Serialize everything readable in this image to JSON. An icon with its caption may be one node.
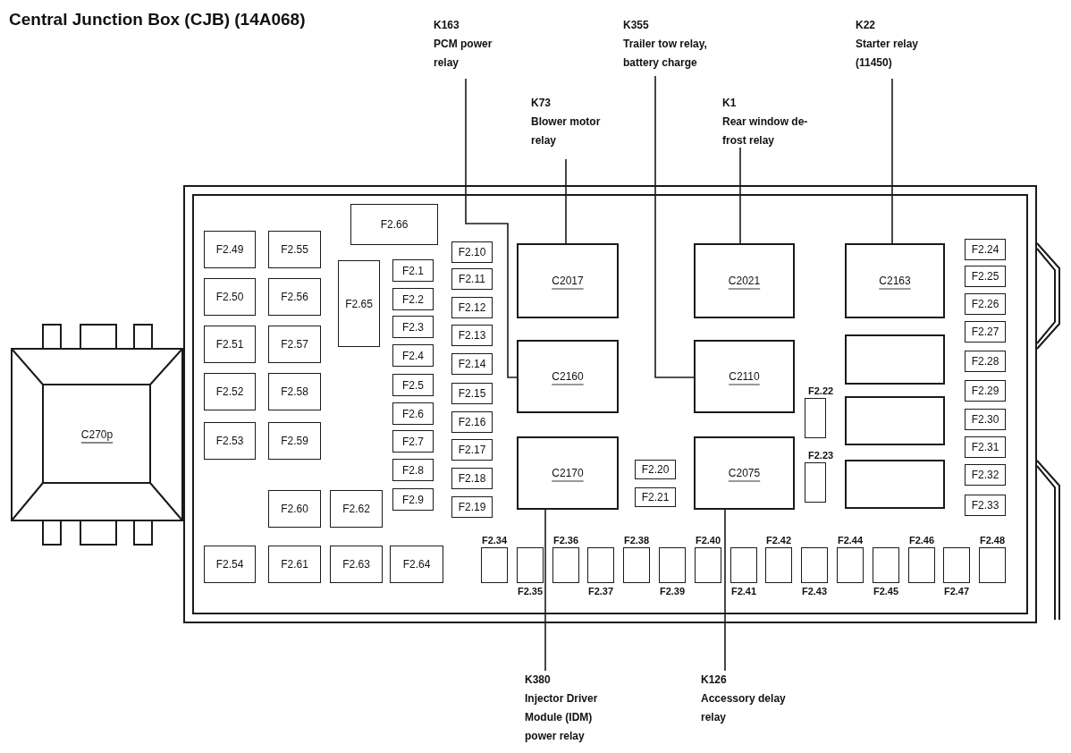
{
  "diagram": {
    "title": "Central Junction Box (CJB) (14A068)",
    "nodes": [
      {
        "text": [
          "K163",
          "PCM power relay"
        ]
      },
      {
        "text": [
          "K355",
          "Trailer tow relay, battery charge"
        ]
      },
      {
        "text": [
          "K22",
          "Starter relay (11450)"
        ]
      },
      {
        "text": [
          "K73",
          "Blower motor relay"
        ]
      },
      {
        "text": [
          "K1",
          "Rear window de-frost relay"
        ]
      },
      {
        "text": [
          "C270p"
        ]
      },
      {
        "text": [],
        "shape": "box"
      },
      {
        "text": [
          "F2.49"
        ],
        "in": 6
      },
      {
        "text": [
          "F2.50"
        ],
        "in": 6
      },
      {
        "text": [
          "F2.51"
        ],
        "in": 6
      },
      {
        "text": [
          "F2.52"
        ],
        "in": 6
      },
      {
        "text": [
          "F2.53"
        ],
        "in": 6
      },
      {
        "text": [
          "F2.54"
        ],
        "in": 6
      },
      {
        "text": [
          "F2.55"
        ],
        "in": 6
      },
      {
        "text": [
          "F2.56"
        ],
        "in": 6
      },
      {
        "text": [
          "F2.57"
        ],
        "in": 6
      },
      {
        "text": [
          "F2.58"
        ],
        "in": 6
      },
      {
        "text": [
          "F2.59"
        ],
        "in": 6
      },
      {
        "text": [
          "F2.60"
        ],
        "in": 6
      },
      {
        "text": [
          "F2.61"
        ],
        "in": 6
      },
      {
        "text": [
          "F2.66"
        ],
        "in": 6
      },
      {
        "text": [
          "F2.65"
        ],
        "in": 6
      },
      {
        "text": [
          "F2.62"
        ],
        "in": 6
      },
      {
        "text": [
          "F2.63"
        ],
        "in": 6
      },
      {
        "text": [
          "F2.64"
        ],
        "in": 6
      },
      {
        "text": [
          "F2.1"
        ],
        "in": 6
      },
      {
        "text": [
          "F2.2"
        ],
        "in": 6
      },
      {
        "text": [
          "F2.3"
        ],
        "in": 6
      },
      {
        "text": [
          "F2.4"
        ],
        "in": 6
      },
      {
        "text": [
          "F2.5"
        ],
        "in": 6
      },
      {
        "text": [
          "F2.6"
        ],
        "in": 6
      },
      {
        "text": [
          "F2.7"
        ],
        "in": 6
      },
      {
        "text": [
          "F2.8"
        ],
        "in": 6
      },
      {
        "text": [
          "F2.9"
        ],
        "in": 6
      },
      {
        "text": [
          "F2.10"
        ],
        "in": 6
      },
      {
        "text": [
          "F2.11"
        ],
        "in": 6
      },
      {
        "text": [
          "F2.12"
        ],
        "in": 6
      },
      {
        "text": [
          "F2.13"
        ],
        "in": 6
      },
      {
        "text": [
          "F2.14"
        ],
        "in": 6
      },
      {
        "text": [
          "F2.15"
        ],
        "in": 6
      },
      {
        "text": [
          "F2.16"
        ],
        "in": 6
      },
      {
        "text": [
          "F2.17"
        ],
        "in": 6
      },
      {
        "text": [
          "F2.18"
        ],
        "in": 6
      },
      {
        "text": [
          "F2.19"
        ],
        "in": 6
      },
      {
        "text": [
          "C2017"
        ],
        "in": 6
      },
      {
        "text": [
          "C2160"
        ],
        "in": 6
      },
      {
        "text": [
          "C2170"
        ],
        "in": 6
      },
      {
        "text": [
          "F2.20"
        ],
        "in": 6
      },
      {
        "text": [
          "F2.21"
        ],
        "in": 6
      },
      {
        "text": [
          "C2021"
        ],
        "in": 6
      },
      {
        "text": [
          "C2110"
        ],
        "in": 6
      },
      {
        "text": [
          "C2075"
        ],
        "in": 6
      },
      {
        "text": [
          "F2.22"
        ],
        "in": 6
      },
      {
        "text": [
          "F2.23"
        ],
        "in": 6
      },
      {
        "text": [
          "C2163"
        ],
        "in": 6
      },
      {
        "text": [],
        "shape": "box",
        "in": 6
      },
      {
        "text": [],
        "shape": "box",
        "in": 6
      },
      {
        "text": [],
        "shape": "box",
        "in": 6
      },
      {
        "text": [
          "F2.24"
        ],
        "in": 6
      },
      {
        "text": [
          "F2.25"
        ],
        "in": 6
      },
      {
        "text": [
          "F2.26"
        ],
        "in": 6
      },
      {
        "text": [
          "F2.27"
        ],
        "in": 6
      },
      {
        "text": [
          "F2.28"
        ],
        "in": 6
      },
      {
        "text": [
          "F2.29"
        ],
        "in": 6
      },
      {
        "text": [
          "F2.30"
        ],
        "in": 6
      },
      {
        "text": [
          "F2.31"
        ],
        "in": 6
      },
      {
        "text": [
          "F2.32"
        ],
        "in": 6
      },
      {
        "text": [
          "F2.33"
        ],
        "in": 6
      },
      {
        "text": [
          "F2.34"
        ],
        "in": 6
      },
      {
        "text": [
          "F2.35"
        ],
        "in": 6
      },
      {
        "text": [
          "F2.36"
        ],
        "in": 6
      },
      {
        "text": [
          "F2.37"
        ],
        "in": 6
      },
      {
        "text": [
          "F2.38"
        ],
        "in": 6
      },
      {
        "text": [
          "F2.39"
        ],
        "in": 6
      },
      {
        "text": [
          "F2.40"
        ],
        "in": 6
      },
      {
        "text": [
          "F2.41"
        ],
        "in": 6
      },
      {
        "text": [
          "F2.42"
        ],
        "in": 6
      },
      {
        "text": [
          "F2.43"
        ],
        "in": 6
      },
      {
        "text": [
          "F2.44"
        ],
        "in": 6
      },
      {
        "text": [
          "F2.45"
        ],
        "in": 6
      },
      {
        "text": [
          "F2.46"
        ],
        "in": 6
      },
      {
        "text": [
          "F2.47"
        ],
        "in": 6
      },
      {
        "text": [
          "F2.48"
        ],
        "in": 6
      },
      {
        "text": [
          "K380",
          "Injector Driver Module (IDM) power relay"
        ]
      },
      {
        "text": [
          "K126",
          "Accessory delay relay"
        ]
      }
    ],
    "edges": [
      {
        "from": 0,
        "to": 45,
        "arrow": "none"
      },
      {
        "from": 1,
        "to": 50,
        "arrow": "none"
      },
      {
        "from": 2,
        "to": 54,
        "arrow": "none"
      },
      {
        "from": 3,
        "to": 44,
        "arrow": "none"
      },
      {
        "from": 4,
        "to": 49,
        "arrow": "none"
      },
      {
        "from": 83,
        "to": 46,
        "arrow": "none"
      },
      {
        "from": 84,
        "to": 51,
        "arrow": "none"
      }
    ]
  }
}
